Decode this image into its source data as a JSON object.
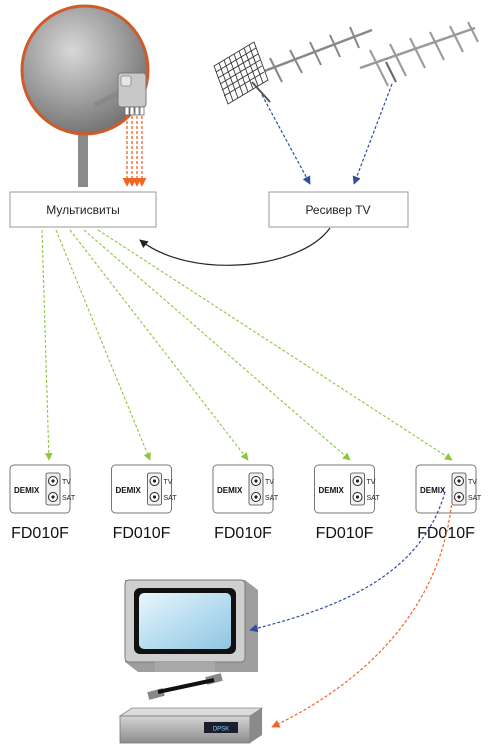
{
  "boxes": {
    "multiswitch_label": "Мультисвиты",
    "receiver_label": "Ресивер TV"
  },
  "socket": {
    "brand": "DEMIX",
    "tv_label": "TV",
    "sat_label": "SAT",
    "model": "FD010F"
  },
  "sockets": [
    {
      "model": "FD010F",
      "brand": "DEMIX",
      "tv": "TV",
      "sat": "SAT"
    },
    {
      "model": "FD010F",
      "brand": "DEMIX",
      "tv": "TV",
      "sat": "SAT"
    },
    {
      "model": "FD010F",
      "brand": "DEMIX",
      "tv": "TV",
      "sat": "SAT"
    },
    {
      "model": "FD010F",
      "brand": "DEMIX",
      "tv": "TV",
      "sat": "SAT"
    },
    {
      "model": "FD010F",
      "brand": "DEMIX",
      "tv": "TV",
      "sat": "SAT"
    }
  ],
  "set_top_box": {
    "display": "DPSK"
  },
  "colors": {
    "green_line": "#8dc63f",
    "blue_line": "#2e4f9e",
    "orange_line": "#f26522",
    "box_border": "#9a9a9a"
  }
}
